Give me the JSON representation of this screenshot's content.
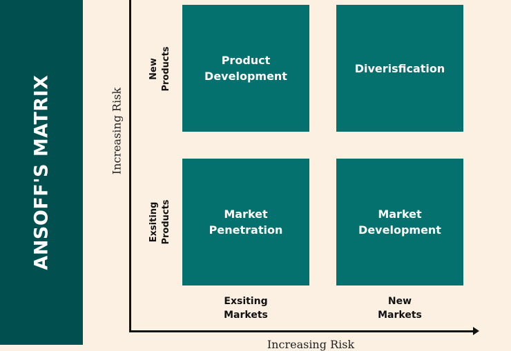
{
  "title": "ANSOFF'S MATRIX",
  "axes": {
    "y_label": "Increasing Risk",
    "x_label": "Increasing Risk"
  },
  "rows": [
    {
      "line1": "New",
      "line2": "Products"
    },
    {
      "line1": "Exsiting",
      "line2": "Products"
    }
  ],
  "columns": [
    {
      "line1": "Exsiting",
      "line2": "Markets"
    },
    {
      "line1": "New",
      "line2": "Markets"
    }
  ],
  "cells": [
    {
      "line1": "Product",
      "line2": "Development"
    },
    {
      "line1": "Diverisfication",
      "line2": ""
    },
    {
      "line1": "Market",
      "line2": "Penetration"
    },
    {
      "line1": "Market",
      "line2": "Development"
    }
  ],
  "colors": {
    "sidebar": "#024f50",
    "cell": "#04716f",
    "background": "#fbf0e2"
  }
}
